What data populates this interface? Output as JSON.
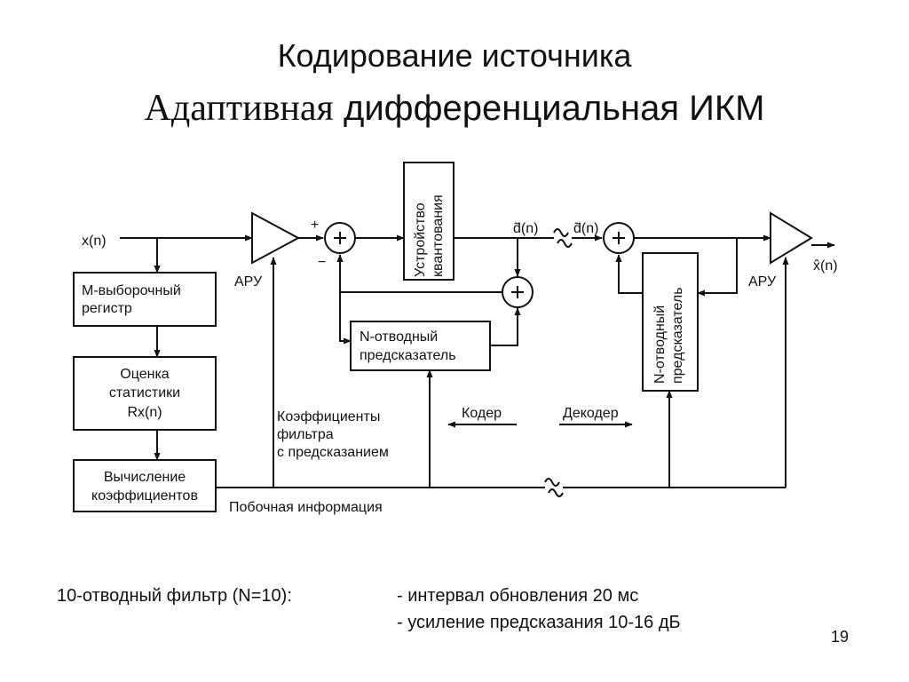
{
  "title": {
    "line1": "Кодирование источника",
    "line2_part1": "Адаптивная",
    "line2_part2": "дифференциальная ИКМ"
  },
  "diagram": {
    "input_label": "x(n)",
    "output_label": "x̂(n)",
    "agc_encoder_label": "АРУ",
    "agc_decoder_label": "АРУ",
    "plus_sign": "+",
    "minus_sign": "−",
    "quantizer_line1": "Устройство",
    "quantizer_line2": "квантования",
    "dn_encoder": "d̃(n)",
    "dn_decoder": "d̃(n)",
    "m_register_line1": "М-выборочный",
    "m_register_line2": "регистр",
    "stats_line1": "Оценка",
    "stats_line2": "статистики",
    "stats_line3": "Rx(n)",
    "coef_line1": "Вычисление",
    "coef_line2": "коэффициентов",
    "predictor_enc_line1": "N-отводный",
    "predictor_enc_line2": "предсказатель",
    "predictor_dec_line1": "N-отводный",
    "predictor_dec_line2": "предсказатель",
    "filter_coef_line1": "Коэффициенты",
    "filter_coef_line2": "фильтра",
    "filter_coef_line3": "с предсказанием",
    "coder_label": "Кодер",
    "decoder_label": "Декодер",
    "side_info_label": "Побочная информация"
  },
  "notes": {
    "filter": "10-отводный фильтр (N=10):",
    "update": "- интервал обновления 20 мс",
    "gain": "- усиление предсказания 10-16 дБ"
  },
  "page_number": "19"
}
